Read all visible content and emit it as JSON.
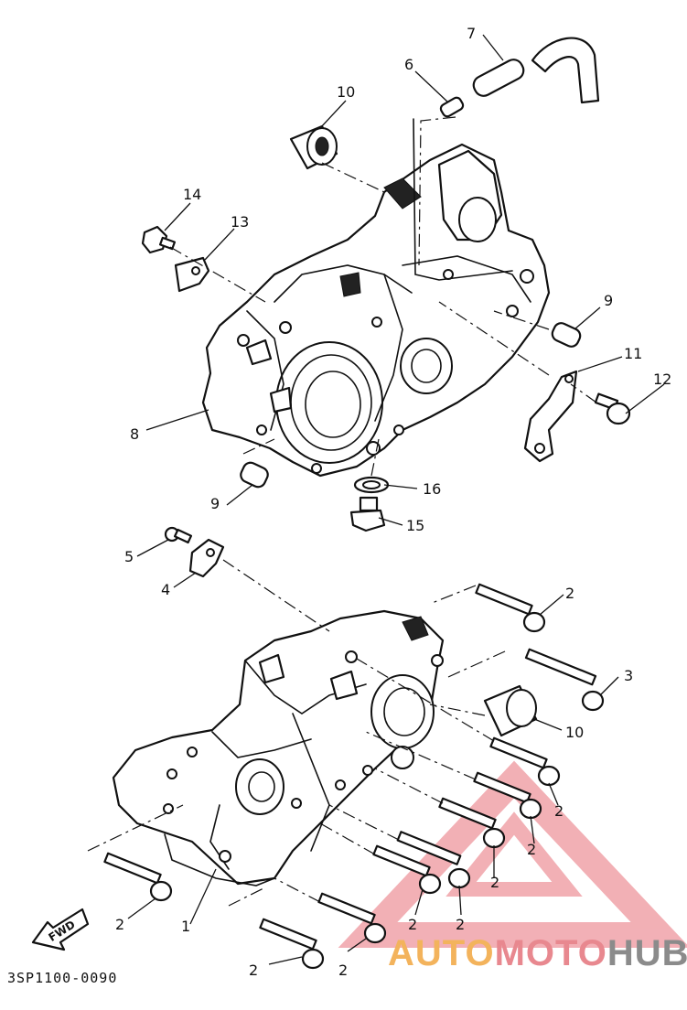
{
  "diagram": {
    "part_code": "3SP1100-0090",
    "fwd_label": "FWD",
    "callouts": {
      "c1": "1",
      "c2": "2",
      "c3": "3",
      "c4": "4",
      "c5": "5",
      "c6": "6",
      "c7": "7",
      "c8": "8",
      "c9": "9",
      "c10": "10",
      "c11": "11",
      "c12": "12",
      "c13": "13",
      "c14": "14",
      "c15": "15",
      "c16": "16"
    }
  },
  "watermark": {
    "part_auto": "AUTO",
    "part_moto": "MOTO",
    "part_hub": "HUB",
    "triangle_color": "#e8707a",
    "auto_color": "#f3b35c",
    "moto_color": "#e8888f",
    "hub_color": "#8b8b8b"
  }
}
